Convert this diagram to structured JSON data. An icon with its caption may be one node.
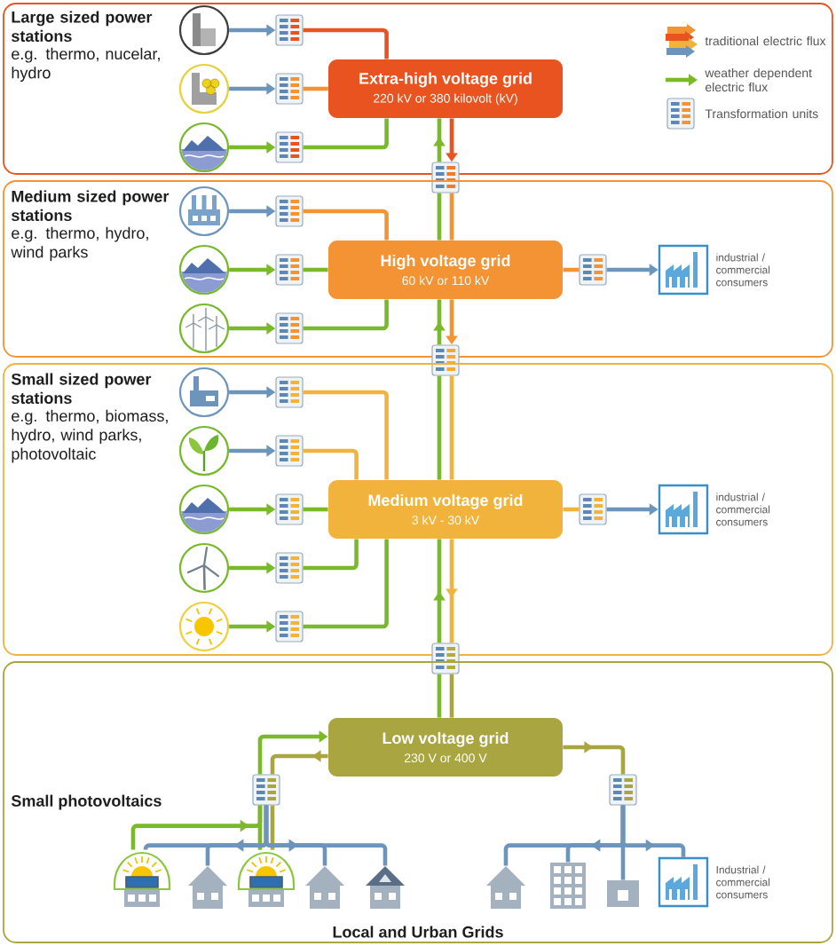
{
  "diagram": {
    "nodes": [
      {
        "text": [
          "Large sized power stations",
          "e.g. thermo, nucelar, hydro"
        ]
      },
      {
        "text": [],
        "shape": "picture",
        "in": 0
      },
      {
        "text": [],
        "shape": "box",
        "in": 0
      },
      {
        "text": [],
        "shape": "picture",
        "in": 0
      },
      {
        "text": [],
        "shape": "box",
        "in": 0
      },
      {
        "text": [],
        "shape": "picture",
        "in": 0
      },
      {
        "text": [],
        "shape": "box",
        "in": 0
      },
      {
        "text": [
          "Extra-high voltage grid",
          "220 kV or 380 kilovolt (kV)"
        ],
        "in": 0
      },
      {
        "text": [],
        "shape": "box"
      },
      {
        "text": [
          "Medium sized power stations",
          "e.g. thermo, hydro, wind parks"
        ]
      },
      {
        "text": [],
        "shape": "picture",
        "in": 9
      },
      {
        "text": [],
        "shape": "box",
        "in": 9
      },
      {
        "text": [],
        "shape": "picture",
        "in": 9
      },
      {
        "text": [],
        "shape": "box",
        "in": 9
      },
      {
        "text": [],
        "shape": "picture",
        "in": 9
      },
      {
        "text": [],
        "shape": "box",
        "in": 9
      },
      {
        "text": [
          "High voltage grid",
          "60 kV or 110 kV"
        ],
        "in": 9
      },
      {
        "text": [],
        "shape": "box",
        "in": 9
      },
      {
        "text": [],
        "shape": "picture",
        "in": 9,
        "beside": [
          "industrial / commercial consumers"
        ]
      },
      {
        "text": [],
        "shape": "box"
      },
      {
        "text": [
          "Small sized power stations",
          "e.g. thermo, biomass, hydro, wind parks, photovoltaic"
        ]
      },
      {
        "text": [],
        "shape": "picture",
        "in": 20
      },
      {
        "text": [],
        "shape": "box",
        "in": 20
      },
      {
        "text": [],
        "shape": "picture",
        "in": 20
      },
      {
        "text": [],
        "shape": "box",
        "in": 20
      },
      {
        "text": [],
        "shape": "picture",
        "in": 20
      },
      {
        "text": [],
        "shape": "box",
        "in": 20
      },
      {
        "text": [],
        "shape": "picture",
        "in": 20
      },
      {
        "text": [],
        "shape": "box",
        "in": 20
      },
      {
        "text": [],
        "shape": "picture",
        "in": 20
      },
      {
        "text": [],
        "shape": "box",
        "in": 20
      },
      {
        "text": [
          "Medium voltage grid",
          "3 kV - 30 kV"
        ],
        "in": 20
      },
      {
        "text": [],
        "shape": "box",
        "in": 20
      },
      {
        "text": [],
        "shape": "picture",
        "in": 20,
        "beside": [
          "industrial / commercial consumers"
        ]
      },
      {
        "text": [],
        "shape": "box"
      },
      {
        "text": [
          "Small photovoltaics",
          "Local and Urban Grids"
        ]
      },
      {
        "text": [
          "Low voltage grid",
          "230 V or 400 V"
        ],
        "in": 35
      },
      {
        "text": [],
        "shape": "box",
        "in": 35
      },
      {
        "text": [],
        "shape": "box",
        "in": 35
      },
      {
        "text": [],
        "shape": "picture",
        "in": 35
      },
      {
        "text": [],
        "shape": "picture",
        "in": 35
      },
      {
        "text": [],
        "shape": "picture",
        "in": 35
      },
      {
        "text": [],
        "shape": "picture",
        "in": 35
      },
      {
        "text": [],
        "shape": "picture",
        "in": 35
      },
      {
        "text": [],
        "shape": "picture",
        "in": 35
      },
      {
        "text": [],
        "shape": "picture",
        "in": 35
      },
      {
        "text": [],
        "shape": "picture",
        "in": 35
      },
      {
        "text": [],
        "shape": "picture",
        "in": 35,
        "beside": [
          "Industrial / commercial consumers"
        ]
      }
    ],
    "edges": [
      {
        "from": 1,
        "to": 2,
        "arrow": "to",
        "color": "#6d95bb"
      },
      {
        "from": 2,
        "to": 7,
        "arrow": "none",
        "color": "#e8531f"
      },
      {
        "from": 3,
        "to": 4,
        "arrow": "to",
        "color": "#6d95bb"
      },
      {
        "from": 4,
        "to": 7,
        "arrow": "none",
        "color": "#f39334"
      },
      {
        "from": 5,
        "to": 6,
        "arrow": "to"
      },
      {
        "from": 6,
        "to": 7,
        "arrow": "none"
      },
      {
        "from": 7,
        "to": 8,
        "arrow": "to",
        "color": "#e8531f"
      },
      {
        "from": 8,
        "to": 7,
        "arrow": "to"
      },
      {
        "from": 8,
        "to": 16,
        "arrow": "none",
        "color": "#f39334"
      },
      {
        "from": 16,
        "to": 8,
        "arrow": "none"
      },
      {
        "from": 10,
        "to": 11,
        "arrow": "to",
        "color": "#6d95bb"
      },
      {
        "from": 11,
        "to": 16,
        "arrow": "none",
        "color": "#f39334"
      },
      {
        "from": 12,
        "to": 13,
        "arrow": "to"
      },
      {
        "from": 13,
        "to": 16,
        "arrow": "none"
      },
      {
        "from": 14,
        "to": 15,
        "arrow": "to"
      },
      {
        "from": 15,
        "to": 16,
        "arrow": "none"
      },
      {
        "from": 16,
        "to": 17,
        "arrow": "none",
        "color": "#f39334"
      },
      {
        "from": 17,
        "to": 18,
        "arrow": "to",
        "color": "#6d95bb"
      },
      {
        "from": 16,
        "to": 19,
        "arrow": "to",
        "color": "#f39334"
      },
      {
        "from": 19,
        "to": 16,
        "arrow": "to"
      },
      {
        "from": 19,
        "to": 31,
        "arrow": "none",
        "color": "#f2b33d"
      },
      {
        "from": 31,
        "to": 19,
        "arrow": "none"
      },
      {
        "from": 21,
        "to": 22,
        "arrow": "to",
        "color": "#6d95bb"
      },
      {
        "from": 22,
        "to": 31,
        "arrow": "none",
        "color": "#f2b33d"
      },
      {
        "from": 23,
        "to": 24,
        "arrow": "to",
        "color": "#6d95bb"
      },
      {
        "from": 24,
        "to": 31,
        "arrow": "none",
        "color": "#f2b33d"
      },
      {
        "from": 25,
        "to": 26,
        "arrow": "to"
      },
      {
        "from": 26,
        "to": 31,
        "arrow": "none"
      },
      {
        "from": 27,
        "to": 28,
        "arrow": "to"
      },
      {
        "from": 28,
        "to": 31,
        "arrow": "none"
      },
      {
        "from": 29,
        "to": 30,
        "arrow": "to"
      },
      {
        "from": 30,
        "to": 31,
        "arrow": "none"
      },
      {
        "from": 31,
        "to": 32,
        "arrow": "none",
        "color": "#f2b33d"
      },
      {
        "from": 32,
        "to": 33,
        "arrow": "to",
        "color": "#6d95bb"
      },
      {
        "from": 31,
        "to": 34,
        "arrow": "to",
        "color": "#f2b33d"
      },
      {
        "from": 34,
        "to": 31,
        "arrow": "to"
      },
      {
        "from": 34,
        "to": 36,
        "arrow": "none",
        "color": "#a9a540"
      },
      {
        "from": 36,
        "to": 34,
        "arrow": "none"
      },
      {
        "from": 37,
        "to": 36,
        "arrow": "to"
      },
      {
        "from": 36,
        "to": 37,
        "arrow": "to",
        "color": "#a9a540"
      },
      {
        "from": 39,
        "to": 37,
        "arrow": "to"
      },
      {
        "from": 41,
        "to": 37,
        "arrow": "none"
      },
      {
        "from": 37,
        "to": 41,
        "arrow": "none",
        "color": "#a9a540"
      },
      {
        "from": 37,
        "to": 39,
        "arrow": "to",
        "color": "#6d95bb"
      },
      {
        "from": 37,
        "to": 40,
        "arrow": "to",
        "color": "#6d95bb"
      },
      {
        "from": 37,
        "to": 42,
        "arrow": "to",
        "color": "#6d95bb"
      },
      {
        "from": 37,
        "to": 43,
        "arrow": "to",
        "color": "#6d95bb"
      },
      {
        "from": 36,
        "to": 38,
        "arrow": "to",
        "color": "#a9a540"
      },
      {
        "from": 38,
        "to": 44,
        "arrow": "to",
        "color": "#6d95bb"
      },
      {
        "from": 38,
        "to": 45,
        "arrow": "to",
        "color": "#6d95bb"
      },
      {
        "from": 38,
        "to": 46,
        "arrow": "none",
        "color": "#6d95bb"
      },
      {
        "from": 38,
        "to": 47,
        "arrow": "to",
        "color": "#6d95bb"
      }
    ],
    "legend": [
      {
        "text": "traditional electric flux"
      },
      {
        "text": "weather dependent electric flux"
      },
      {
        "text": "Transformation units"
      }
    ]
  }
}
